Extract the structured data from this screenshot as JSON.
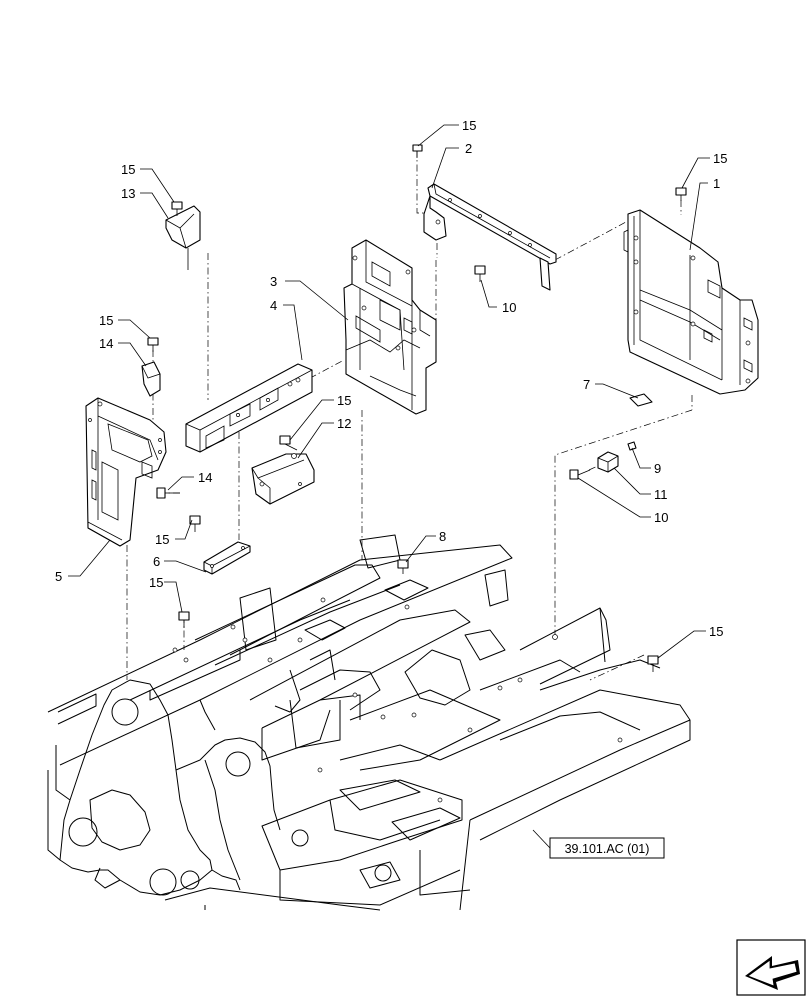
{
  "callouts": [
    {
      "id": "c15a",
      "text": "15"
    },
    {
      "id": "c2",
      "text": "2"
    },
    {
      "id": "c15b",
      "text": "15"
    },
    {
      "id": "c1",
      "text": "1"
    },
    {
      "id": "c15c",
      "text": "15"
    },
    {
      "id": "c13",
      "text": "13"
    },
    {
      "id": "c3",
      "text": "3"
    },
    {
      "id": "c10a",
      "text": "10"
    },
    {
      "id": "c4",
      "text": "4"
    },
    {
      "id": "c15d",
      "text": "15"
    },
    {
      "id": "c14a",
      "text": "14"
    },
    {
      "id": "c7",
      "text": "7"
    },
    {
      "id": "c15e",
      "text": "15"
    },
    {
      "id": "c12",
      "text": "12"
    },
    {
      "id": "c9",
      "text": "9"
    },
    {
      "id": "c14b",
      "text": "14"
    },
    {
      "id": "c11",
      "text": "11"
    },
    {
      "id": "c10b",
      "text": "10"
    },
    {
      "id": "c15f",
      "text": "15"
    },
    {
      "id": "c8",
      "text": "8"
    },
    {
      "id": "c6",
      "text": "6"
    },
    {
      "id": "c5",
      "text": "5"
    },
    {
      "id": "c15g",
      "text": "15"
    },
    {
      "id": "c15h",
      "text": "15"
    }
  ],
  "reference": {
    "text": "39.101.AC (01)"
  }
}
